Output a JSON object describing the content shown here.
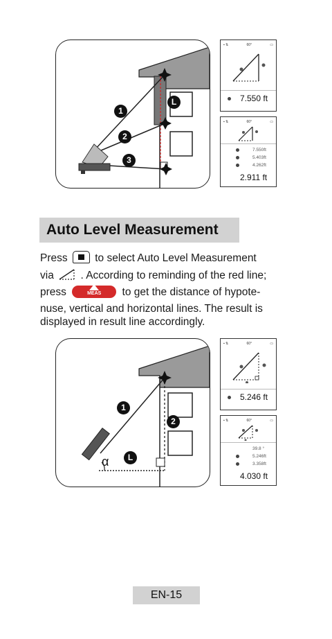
{
  "top_figure": {
    "badges": [
      "1",
      "2",
      "3",
      "L"
    ],
    "screen1": {
      "reading": "7.550 ft"
    },
    "screen2": {
      "values": [
        "7.550ft",
        "5.403ft",
        "4.262ft"
      ],
      "result": "2.911 ft"
    }
  },
  "section": {
    "heading": "Auto Level Measurement",
    "lines": {
      "l1_a": "Press",
      "l1_b": "to select Auto Level Measurement",
      "l2_a": "via",
      "l2_b": ". According to reminding of the red line;",
      "l3_a": "press",
      "l3_b": "to get the distance of hypote-",
      "l4": "nuse, vertical and horizontal lines. The result is",
      "l5": "displayed in result line accordingly."
    },
    "meas_button_label": "MEAS"
  },
  "bottom_figure": {
    "badges": [
      "1",
      "2",
      "L"
    ],
    "angle_symbol": "α",
    "screen1": {
      "reading": "5.246 ft"
    },
    "screen2": {
      "values": [
        "39.8 °",
        "5.246ft",
        "3.358ft"
      ],
      "result": "4.030 ft"
    }
  },
  "footer": {
    "page_number": "EN-15"
  },
  "colors": {
    "accent_red": "#d42a2a",
    "heading_bg": "#d2d2d2",
    "roof_gray": "#9a9a9a"
  }
}
